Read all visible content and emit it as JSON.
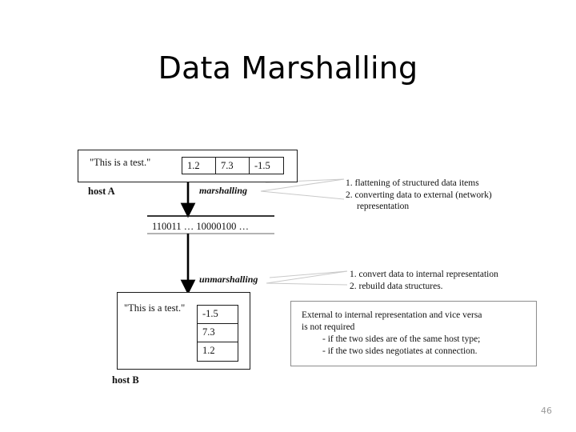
{
  "slide": {
    "title": "Data Marshalling",
    "page_number": "46",
    "background_color": "#ffffff",
    "text_color": "#000000",
    "page_number_color": "#9a9a9a"
  },
  "diagram": {
    "host_a": {
      "label": "host A",
      "string_value": "\"This is a test.\"",
      "cells": [
        "1.2",
        "7.3",
        "-1.5"
      ]
    },
    "marshalling": {
      "label": "marshalling"
    },
    "wire": {
      "binary_value": "110011 … 10000100 …"
    },
    "unmarshalling": {
      "label": "unmarshalling"
    },
    "host_b": {
      "label": "host B",
      "string_value": "\"This is a test.\"",
      "cells": [
        "-1.5",
        "7.3",
        "1.2"
      ]
    },
    "annotation_marshalling": {
      "line1": "1. flattening of structured data items",
      "line2": "2. converting data to external (network)",
      "line3": "representation"
    },
    "annotation_unmarshalling": {
      "line1": "1. convert data to internal representation",
      "line2": "2. rebuild data structures."
    },
    "note": {
      "line1": "External to internal representation and vice versa",
      "line2": "is not required",
      "line3": "- if the two sides are of the same host type;",
      "line4": "- if the two sides negotiates at connection.",
      "border_color": "#8d8d8d"
    }
  }
}
